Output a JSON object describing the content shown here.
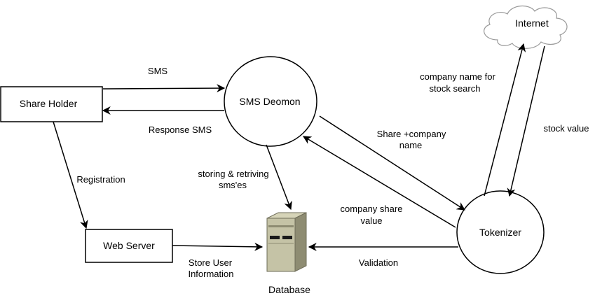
{
  "nodes": {
    "share_holder": "Share Holder",
    "sms_daemon": "SMS Deomon",
    "web_server": "Web Server",
    "tokenizer": "Tokenizer",
    "internet": "Internet",
    "database": "Database"
  },
  "edges": {
    "sms": "SMS",
    "response_sms": "Response SMS",
    "registration": "Registration",
    "storing_line1": "storing & retriving",
    "storing_line2": "sms'es",
    "share_company_line1": "Share +company",
    "share_company_line2": "name",
    "company_name_line1": "company name for",
    "company_name_line2": "stock search",
    "stock_value": "stock value",
    "company_share_line1": "company share",
    "company_share_line2": "value",
    "validation": "Validation",
    "store_user_line1": "Store User",
    "store_user_line2": "Information"
  },
  "colors": {
    "line": "#000000",
    "cloud_fill": "#ffffff",
    "cloud_stroke": "#9a9a9a",
    "db_body": "#c5c3a6",
    "db_dark": "#8e8c72",
    "db_slot": "#1a1a1a"
  },
  "icons": {
    "database": "server-tower-icon",
    "internet": "cloud-icon"
  }
}
